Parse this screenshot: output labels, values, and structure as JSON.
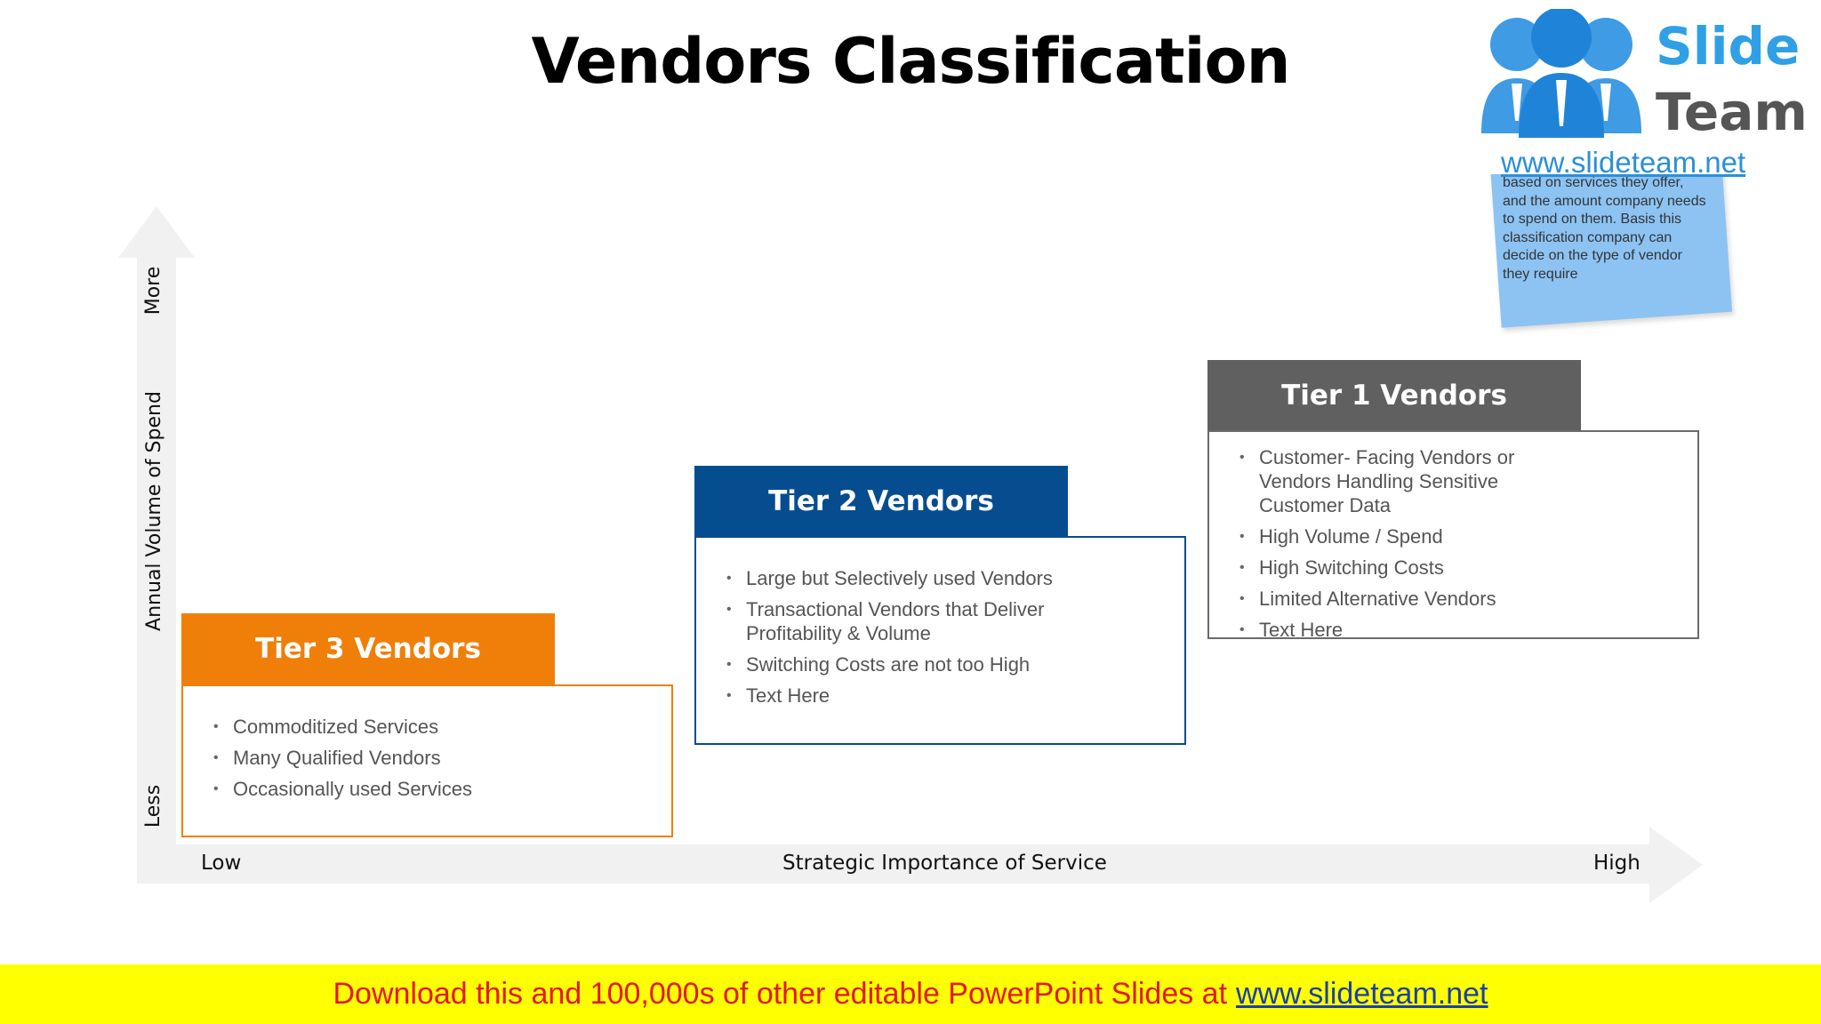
{
  "title": "Vendors Classification",
  "axes": {
    "y_label": "Annual Volume of Spend",
    "y_more": "More",
    "y_less": "Less",
    "x_label": "Strategic Importance of Service",
    "x_low": "Low",
    "x_high": "High"
  },
  "tiers": [
    {
      "name": "Tier 3 Vendors",
      "color": "#f07f09",
      "items": [
        "Commoditized Services",
        "Many Qualified Vendors",
        "Occasionally used Services"
      ]
    },
    {
      "name": "Tier 2 Vendors",
      "color": "#064d8f",
      "items": [
        "Large but Selectively used Vendors",
        "Transactional Vendors that Deliver Profitability & Volume",
        "Switching Costs are not too High",
        "Text Here"
      ]
    },
    {
      "name": "Tier 1 Vendors",
      "color": "#606060",
      "items": [
        "Customer- Facing Vendors or Vendors Handling Sensitive Customer Data",
        "High Volume / Spend",
        "High Switching Costs",
        "Limited Alternative Vendors",
        "Text Here"
      ]
    }
  ],
  "logo": {
    "word1": "Slide",
    "word2": "Team",
    "url": "www.slideteam.net",
    "note": "based on services they offer, and the amount company needs to spend on them. Basis this classification company can decide on the type of vendor they require"
  },
  "banner": {
    "text": "Download this and 100,000s of other editable PowerPoint Slides at",
    "link": "www.slideteam.net"
  }
}
